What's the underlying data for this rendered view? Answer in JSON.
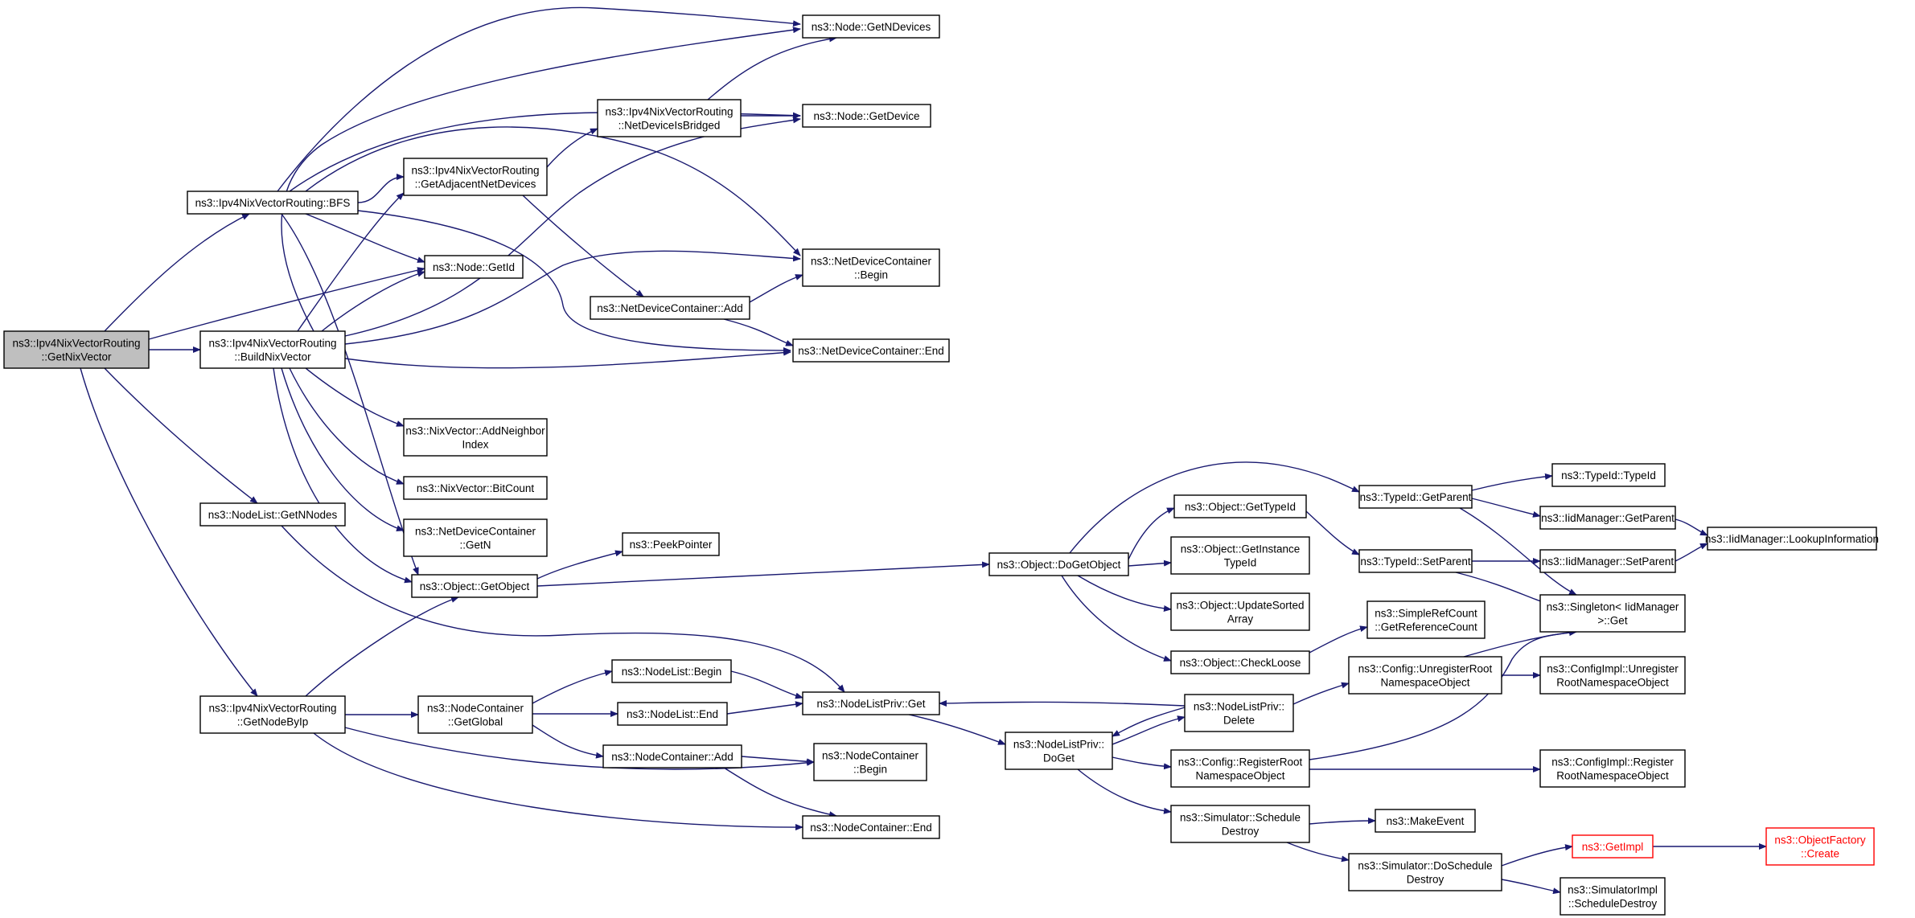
{
  "colors": {
    "edge": "#191970",
    "root_fill": "#bfbfbf",
    "missing_border": "#ff0000"
  },
  "nodes": [
    {
      "id": "getnixvector",
      "lines": [
        "ns3::Ipv4NixVectorRouting",
        "::GetNixVector"
      ],
      "root": true
    },
    {
      "id": "bfs",
      "lines": [
        "ns3::Ipv4NixVectorRouting::BFS"
      ]
    },
    {
      "id": "buildnixvector",
      "lines": [
        "ns3::Ipv4NixVectorRouting",
        "::BuildNixVector"
      ]
    },
    {
      "id": "nodelist_getnnodes",
      "lines": [
        "ns3::NodeList::GetNNodes"
      ]
    },
    {
      "id": "getnodebyip",
      "lines": [
        "ns3::Ipv4NixVectorRouting",
        "::GetNodeByIp"
      ]
    },
    {
      "id": "getadjacentnetdevices",
      "lines": [
        "ns3::Ipv4NixVectorRouting",
        "::GetAdjacentNetDevices"
      ]
    },
    {
      "id": "node_getid",
      "lines": [
        "ns3::Node::GetId"
      ]
    },
    {
      "id": "addneighborindex",
      "lines": [
        "ns3::NixVector::AddNeighbor",
        "Index"
      ]
    },
    {
      "id": "bitcount",
      "lines": [
        "ns3::NixVector::BitCount"
      ]
    },
    {
      "id": "ndc_getn",
      "lines": [
        "ns3::NetDeviceContainer",
        "::GetN"
      ]
    },
    {
      "id": "object_getobject",
      "lines": [
        "ns3::Object::GetObject"
      ]
    },
    {
      "id": "nc_getglobal",
      "lines": [
        "ns3::NodeContainer",
        "::GetGlobal"
      ]
    },
    {
      "id": "netdeviceisbridged",
      "lines": [
        "ns3::Ipv4NixVectorRouting",
        "::NetDeviceIsBridged"
      ]
    },
    {
      "id": "ndc_add",
      "lines": [
        "ns3::NetDeviceContainer::Add"
      ]
    },
    {
      "id": "peekpointer",
      "lines": [
        "ns3::PeekPointer"
      ]
    },
    {
      "id": "nodelist_begin",
      "lines": [
        "ns3::NodeList::Begin"
      ]
    },
    {
      "id": "nodelist_end",
      "lines": [
        "ns3::NodeList::End"
      ]
    },
    {
      "id": "nc_add",
      "lines": [
        "ns3::NodeContainer::Add"
      ]
    },
    {
      "id": "node_getndevices",
      "lines": [
        "ns3::Node::GetNDevices"
      ]
    },
    {
      "id": "node_getdevice",
      "lines": [
        "ns3::Node::GetDevice"
      ]
    },
    {
      "id": "ndc_begin",
      "lines": [
        "ns3::NetDeviceContainer",
        "::Begin"
      ]
    },
    {
      "id": "ndc_end",
      "lines": [
        "ns3::NetDeviceContainer::End"
      ]
    },
    {
      "id": "nodelistpriv_get",
      "lines": [
        "ns3::NodeListPriv::Get"
      ]
    },
    {
      "id": "nc_begin",
      "lines": [
        "ns3::NodeContainer",
        "::Begin"
      ]
    },
    {
      "id": "nc_end",
      "lines": [
        "ns3::NodeContainer::End"
      ]
    },
    {
      "id": "doggetobject",
      "lines": [
        "ns3::Object::DoGetObject"
      ]
    },
    {
      "id": "nodelistpriv_doget",
      "lines": [
        "ns3::NodeListPriv::",
        "DoGet"
      ]
    },
    {
      "id": "object_gettypeid",
      "lines": [
        "ns3::Object::GetTypeId"
      ]
    },
    {
      "id": "object_getinstancetypeid",
      "lines": [
        "ns3::Object::GetInstance",
        "TypeId"
      ]
    },
    {
      "id": "object_updatesortedarray",
      "lines": [
        "ns3::Object::UpdateSorted",
        "Array"
      ]
    },
    {
      "id": "object_checkloose",
      "lines": [
        "ns3::Object::CheckLoose"
      ]
    },
    {
      "id": "nodelistpriv_delete",
      "lines": [
        "ns3::NodeListPriv::",
        "Delete"
      ]
    },
    {
      "id": "config_registerroot",
      "lines": [
        "ns3::Config::RegisterRoot",
        "NamespaceObject"
      ]
    },
    {
      "id": "simulator_scheduledestroy",
      "lines": [
        "ns3::Simulator::Schedule",
        "Destroy"
      ]
    },
    {
      "id": "typeid_getparent",
      "lines": [
        "ns3::TypeId::GetParent"
      ]
    },
    {
      "id": "typeid_setparent",
      "lines": [
        "ns3::TypeId::SetParent"
      ]
    },
    {
      "id": "simplerefcount",
      "lines": [
        "ns3::SimpleRefCount",
        "::GetReferenceCount"
      ]
    },
    {
      "id": "config_unregisterroot",
      "lines": [
        "ns3::Config::UnregisterRoot",
        "NamespaceObject"
      ]
    },
    {
      "id": "makeevent",
      "lines": [
        "ns3::MakeEvent"
      ]
    },
    {
      "id": "simulator_doscheduledestroy",
      "lines": [
        "ns3::Simulator::DoSchedule",
        "Destroy"
      ]
    },
    {
      "id": "typeid_typeid",
      "lines": [
        "ns3::TypeId::TypeId"
      ]
    },
    {
      "id": "iidmanager_getparent",
      "lines": [
        "ns3::IidManager::GetParent"
      ]
    },
    {
      "id": "iidmanager_setparent",
      "lines": [
        "ns3::IidManager::SetParent"
      ]
    },
    {
      "id": "singleton_get",
      "lines": [
        "ns3::Singleton< IidManager",
        ">::Get"
      ]
    },
    {
      "id": "configimpl_unregister",
      "lines": [
        "ns3::ConfigImpl::Unregister",
        "RootNamespaceObject"
      ]
    },
    {
      "id": "configimpl_register",
      "lines": [
        "ns3::ConfigImpl::Register",
        "RootNamespaceObject"
      ]
    },
    {
      "id": "getimpl",
      "lines": [
        "ns3::GetImpl"
      ],
      "missing": true
    },
    {
      "id": "simulatorimpl_scheduledestroy",
      "lines": [
        "ns3::SimulatorImpl",
        "::ScheduleDestroy"
      ]
    },
    {
      "id": "iidmanager_lookupinformation",
      "lines": [
        "ns3::IidManager::LookupInformation"
      ]
    },
    {
      "id": "objectfactory_create",
      "lines": [
        "ns3::ObjectFactory",
        "::Create"
      ],
      "missing": true
    }
  ],
  "edges": [
    [
      "getnixvector",
      "bfs"
    ],
    [
      "getnixvector",
      "node_getid"
    ],
    [
      "getnixvector",
      "buildnixvector"
    ],
    [
      "getnixvector",
      "nodelist_getnnodes"
    ],
    [
      "getnixvector",
      "getnodebyip"
    ],
    [
      "bfs",
      "getadjacentnetdevices"
    ],
    [
      "bfs",
      "node_getid"
    ],
    [
      "bfs",
      "object_getobject"
    ],
    [
      "bfs",
      "node_getndevices"
    ],
    [
      "bfs",
      "node_getdevice"
    ],
    [
      "bfs",
      "ndc_begin"
    ],
    [
      "bfs",
      "ndc_end"
    ],
    [
      "buildnixvector",
      "node_getid"
    ],
    [
      "buildnixvector",
      "getadjacentnetdevices"
    ],
    [
      "buildnixvector",
      "node_getndevices"
    ],
    [
      "buildnixvector",
      "node_getdevice"
    ],
    [
      "buildnixvector",
      "ndc_begin"
    ],
    [
      "buildnixvector",
      "ndc_end"
    ],
    [
      "buildnixvector",
      "addneighborindex"
    ],
    [
      "buildnixvector",
      "bitcount"
    ],
    [
      "buildnixvector",
      "ndc_getn"
    ],
    [
      "buildnixvector",
      "object_getobject"
    ],
    [
      "getadjacentnetdevices",
      "netdeviceisbridged"
    ],
    [
      "getadjacentnetdevices",
      "ndc_add"
    ],
    [
      "netdeviceisbridged",
      "node_getndevices"
    ],
    [
      "netdeviceisbridged",
      "node_getdevice"
    ],
    [
      "ndc_add",
      "ndc_begin"
    ],
    [
      "ndc_add",
      "ndc_end"
    ],
    [
      "nodelist_getnnodes",
      "nodelistpriv_get"
    ],
    [
      "getnodebyip",
      "object_getobject"
    ],
    [
      "getnodebyip",
      "nc_getglobal"
    ],
    [
      "getnodebyip",
      "nc_begin"
    ],
    [
      "getnodebyip",
      "nc_end"
    ],
    [
      "object_getobject",
      "peekpointer"
    ],
    [
      "object_getobject",
      "doggetobject"
    ],
    [
      "nc_getglobal",
      "nodelist_begin"
    ],
    [
      "nc_getglobal",
      "nodelist_end"
    ],
    [
      "nc_getglobal",
      "nc_add"
    ],
    [
      "nodelist_begin",
      "nodelistpriv_get"
    ],
    [
      "nodelist_end",
      "nodelistpriv_get"
    ],
    [
      "nc_add",
      "nc_begin"
    ],
    [
      "nc_add",
      "nc_end"
    ],
    [
      "nodelistpriv_get",
      "nodelistpriv_doget"
    ],
    [
      "nodelistpriv_doget",
      "nodelistpriv_delete"
    ],
    [
      "nodelistpriv_doget",
      "config_registerroot"
    ],
    [
      "nodelistpriv_doget",
      "simulator_scheduledestroy"
    ],
    [
      "nodelistpriv_delete",
      "nodelistpriv_get"
    ],
    [
      "nodelistpriv_delete",
      "nodelistpriv_doget"
    ],
    [
      "nodelistpriv_delete",
      "config_unregisterroot"
    ],
    [
      "doggetobject",
      "typeid_getparent"
    ],
    [
      "doggetobject",
      "object_gettypeid"
    ],
    [
      "doggetobject",
      "object_getinstancetypeid"
    ],
    [
      "doggetobject",
      "object_updatesortedarray"
    ],
    [
      "doggetobject",
      "object_checkloose"
    ],
    [
      "object_gettypeid",
      "typeid_setparent"
    ],
    [
      "object_checkloose",
      "simplerefcount"
    ],
    [
      "typeid_getparent",
      "typeid_typeid"
    ],
    [
      "typeid_getparent",
      "iidmanager_getparent"
    ],
    [
      "typeid_getparent",
      "singleton_get"
    ],
    [
      "typeid_setparent",
      "iidmanager_setparent"
    ],
    [
      "typeid_setparent",
      "singleton_get"
    ],
    [
      "iidmanager_getparent",
      "iidmanager_lookupinformation"
    ],
    [
      "iidmanager_setparent",
      "iidmanager_lookupinformation"
    ],
    [
      "config_unregisterroot",
      "configimpl_unregister"
    ],
    [
      "config_unregisterroot",
      "singleton_get"
    ],
    [
      "config_registerroot",
      "configimpl_register"
    ],
    [
      "config_registerroot",
      "singleton_get"
    ],
    [
      "simulator_scheduledestroy",
      "makeevent"
    ],
    [
      "simulator_scheduledestroy",
      "simulator_doscheduledestroy"
    ],
    [
      "simulator_doscheduledestroy",
      "getimpl"
    ],
    [
      "simulator_doscheduledestroy",
      "simulatorimpl_scheduledestroy"
    ],
    [
      "getimpl",
      "objectfactory_create"
    ]
  ]
}
